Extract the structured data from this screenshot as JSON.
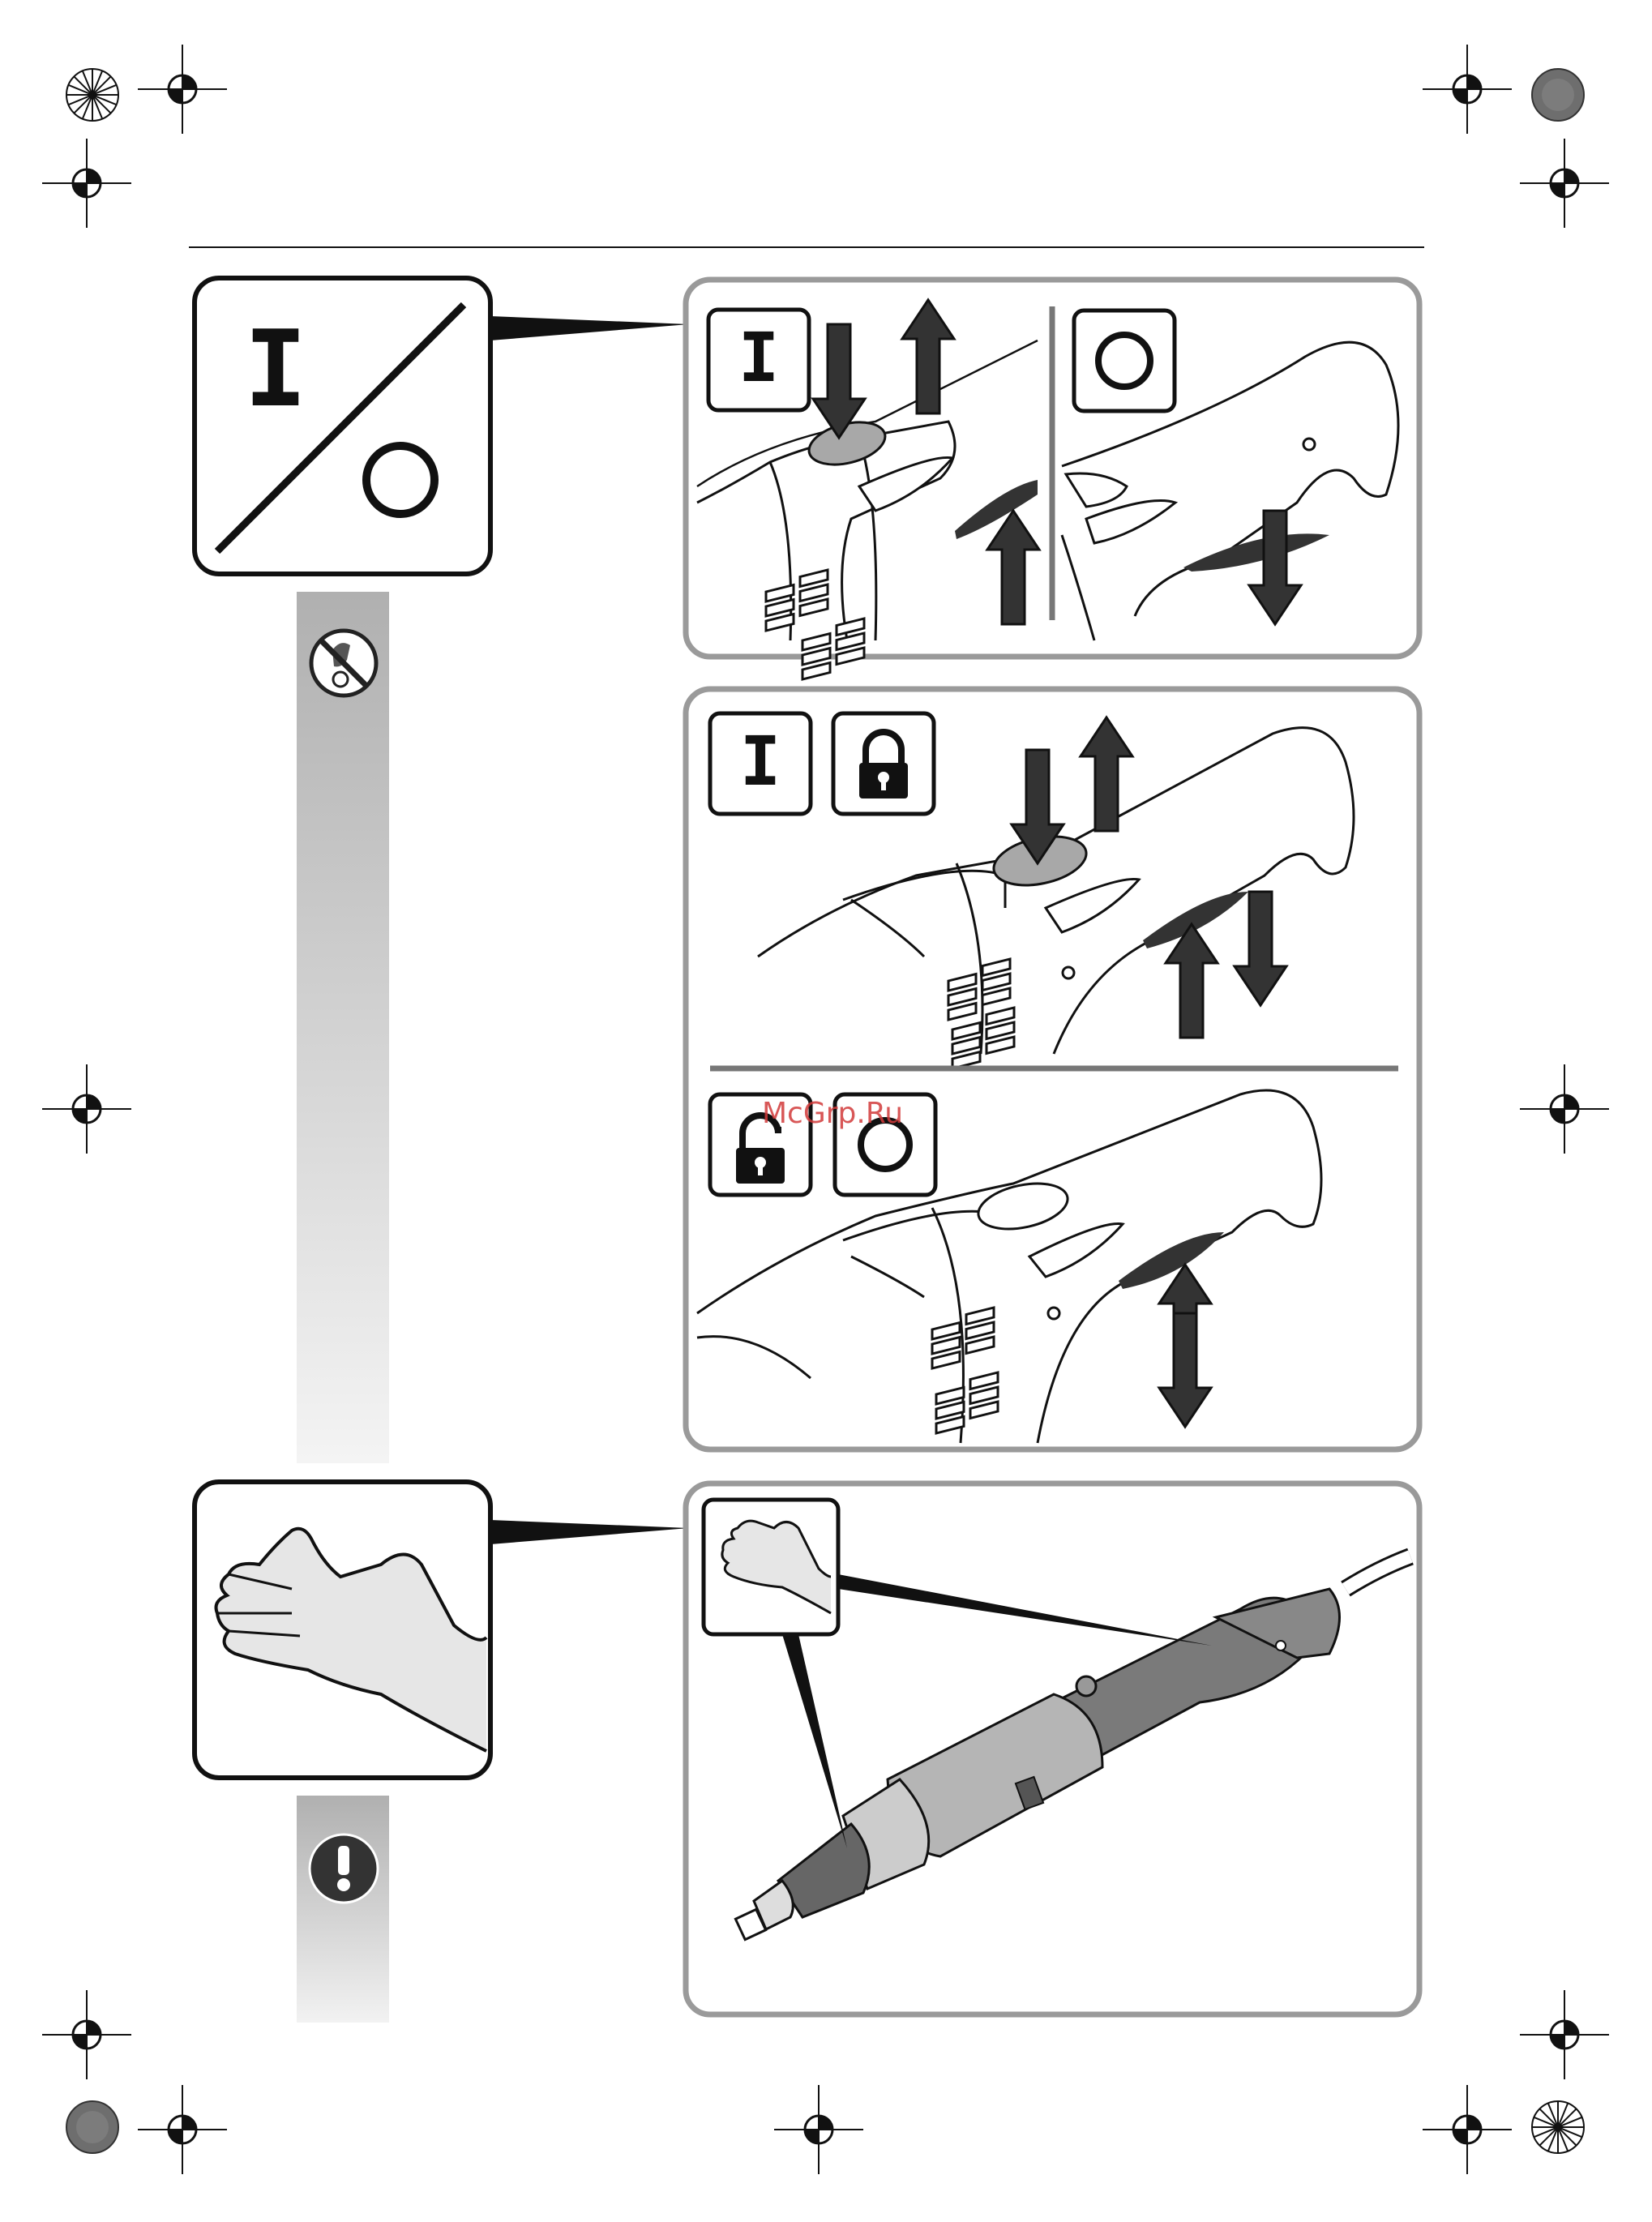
{
  "page": {
    "watermark": "McGrp.Ru"
  },
  "symbols": {
    "on_label": "I",
    "off_label": "O"
  },
  "icons": {
    "onoff_switch": "on-off-switch-icon",
    "no_touch": "no-touch-rotating-icon",
    "warning": "exclamation-warning-icon",
    "lock": "padlock-locked-icon",
    "unlock": "padlock-unlocked-icon",
    "hand": "hand-grip-icon",
    "arrow_up": "arrow-up-icon",
    "arrow_down": "arrow-down-icon"
  },
  "colors": {
    "frame_gray": "#9a9a9a",
    "button_gray": "#a8a8a8",
    "sidebar_top": "#b0b0b0",
    "sidebar_bottom": "#f4f4f4",
    "ink": "#111111"
  }
}
